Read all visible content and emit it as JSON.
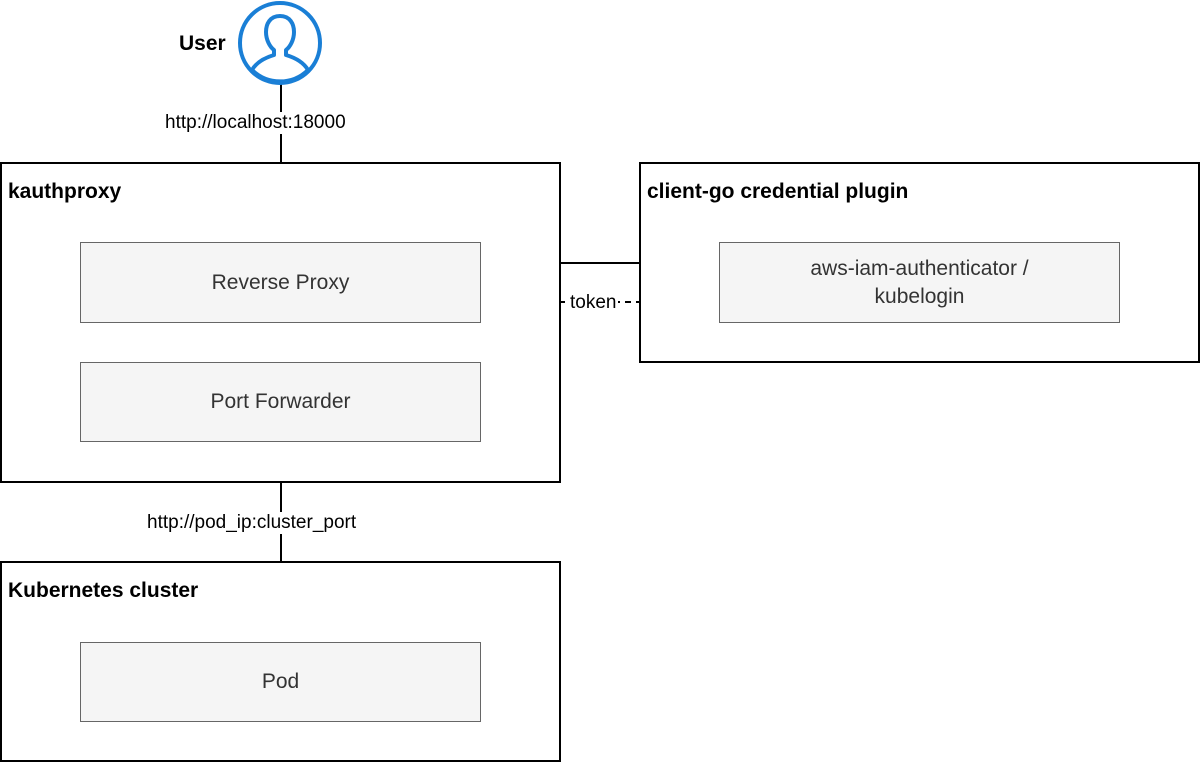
{
  "user": {
    "label": "User"
  },
  "edges": {
    "localhost_label": "http://localhost:18000",
    "token_label": "token",
    "pod_label": "http://pod_ip:cluster_port"
  },
  "kauthproxy": {
    "title": "kauthproxy",
    "reverse_proxy": "Reverse Proxy",
    "port_forwarder": "Port Forwarder"
  },
  "credential_plugin": {
    "title": "client-go credential plugin",
    "authenticator_line1": "aws-iam-authenticator /",
    "authenticator_line2": "kubelogin"
  },
  "cluster": {
    "title": "Kubernetes cluster",
    "pod": "Pod"
  },
  "colors": {
    "user_icon": "#1a7fd6",
    "box_fill": "#f5f5f5",
    "box_stroke": "#666666",
    "container_stroke": "#000000"
  }
}
